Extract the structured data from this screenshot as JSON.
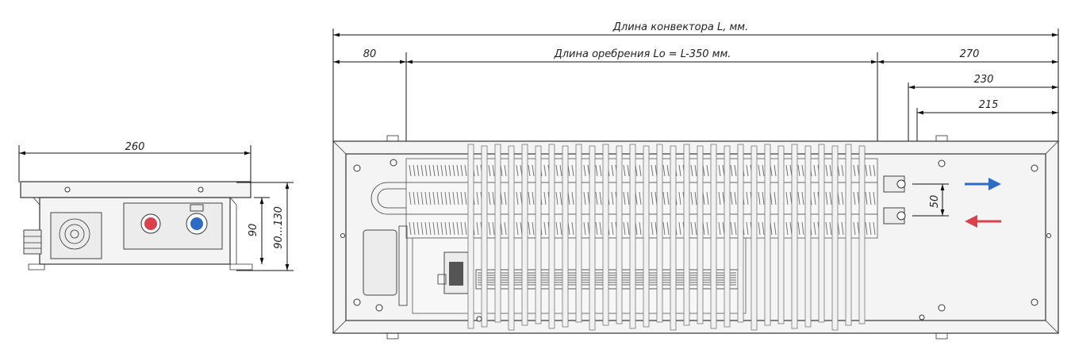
{
  "side_view": {
    "width_label": "260",
    "height_label": "90",
    "height_range_label": "90...130"
  },
  "top_view": {
    "length_label": "Длина конвектора L, мм.",
    "fin_length_label": "Длина оребрения Lo = L-350 мм.",
    "left_offset_label": "80",
    "right_offset_label": "270",
    "pipe_offset_1_label": "230",
    "pipe_offset_2_label": "215",
    "pipe_spacing_label": "50"
  },
  "colors": {
    "flow_out": "#2e6bc4",
    "flow_in": "#d9424d",
    "outline": "#333333"
  }
}
